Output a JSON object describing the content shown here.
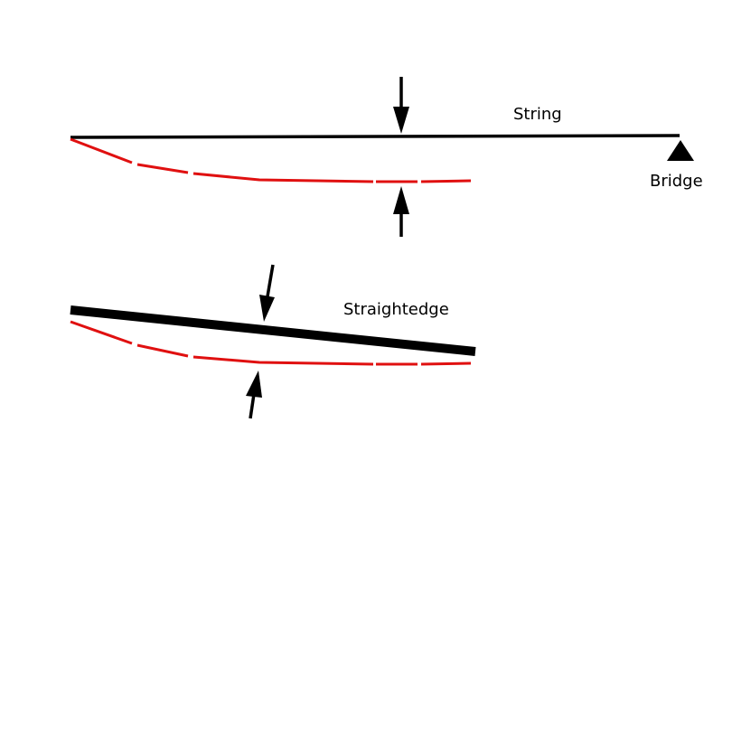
{
  "labels": {
    "string": "String",
    "bridge": "Bridge",
    "straightedge": "Straightedge"
  },
  "colors": {
    "line": "#000000",
    "neck_profile": "#e01010",
    "background": "#ffffff"
  }
}
